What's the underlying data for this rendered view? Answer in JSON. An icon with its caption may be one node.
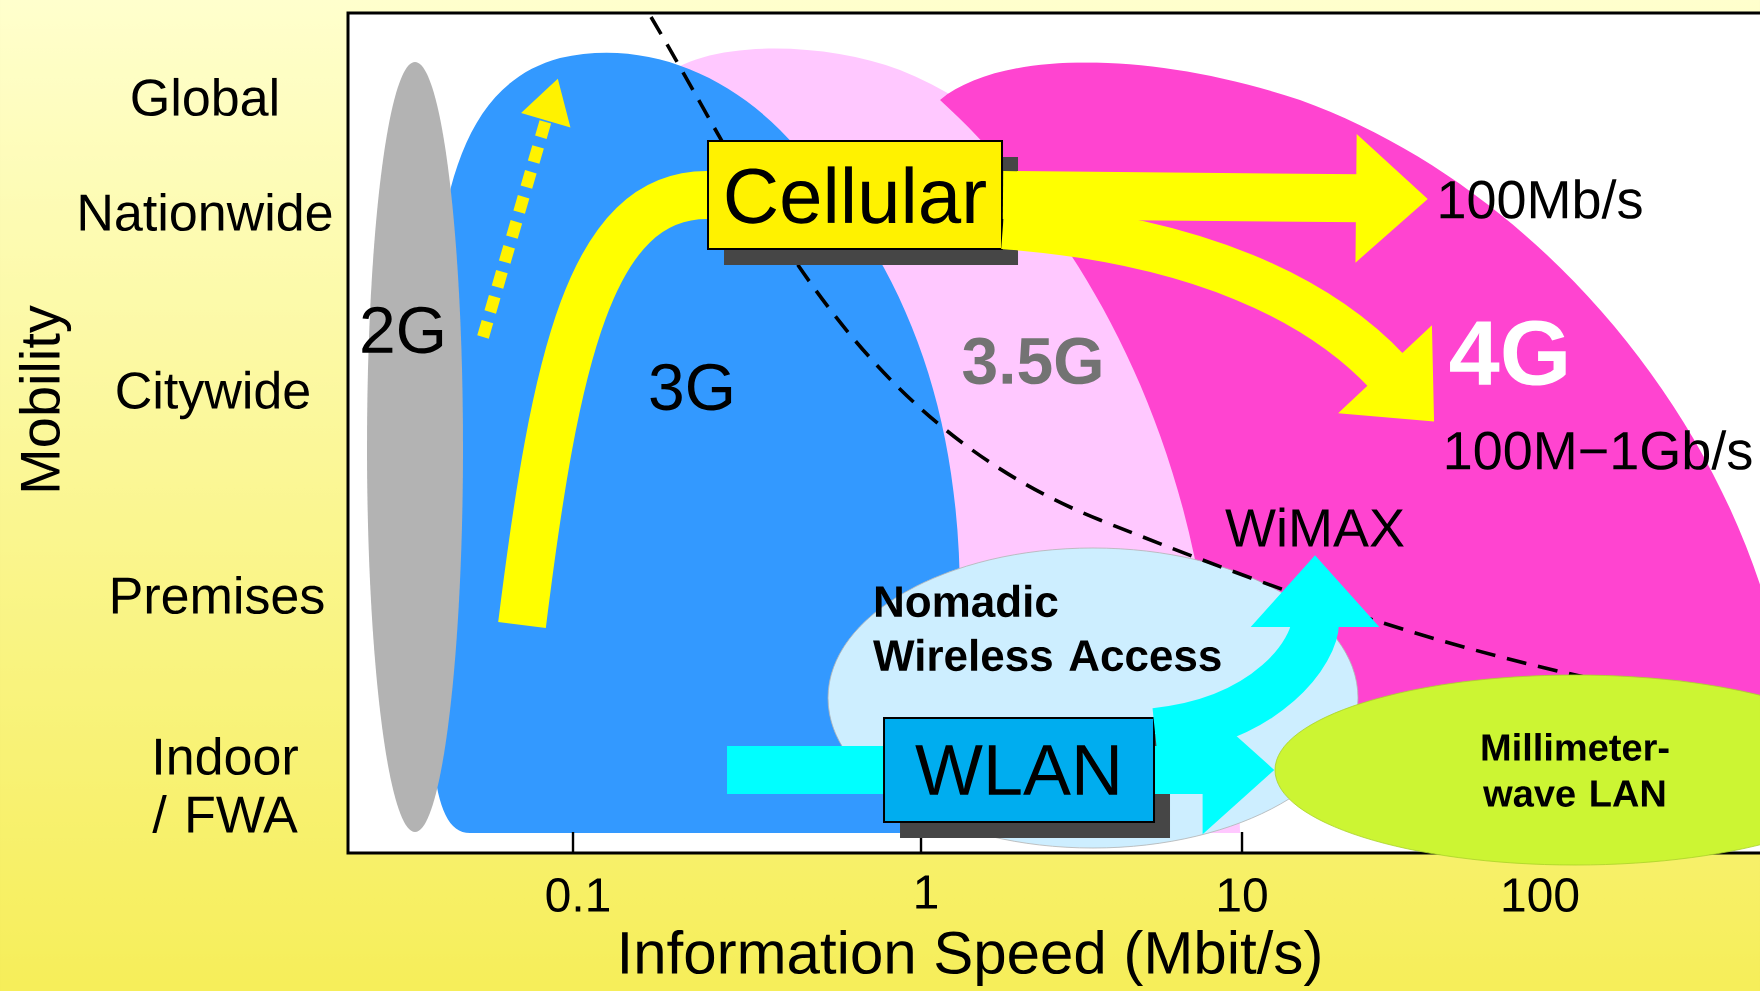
{
  "diagram": {
    "nodes": [
      {
        "text": [
          "2G"
        ]
      },
      {
        "text": [
          "3G"
        ]
      },
      {
        "text": [
          "3.5G"
        ]
      },
      {
        "text": [
          "4G"
        ]
      },
      {
        "text": [
          "Nomadic Wireless Access"
        ]
      },
      {
        "text": [
          "Millimeter-wave LAN"
        ]
      },
      {
        "text": [
          "Cellular"
        ]
      },
      {
        "text": [
          "WLAN"
        ]
      },
      {
        "text": [
          "100Mb/s"
        ]
      },
      {
        "text": [
          "100M−1Gb/s"
        ]
      },
      {
        "text": [
          "WiMAX"
        ]
      }
    ],
    "edges": [
      {
        "from": null,
        "to": 6,
        "arrow": "none",
        "color": "#ffff00"
      },
      {
        "from": 6,
        "to": 8,
        "arrow": "to",
        "color": "#ffff00"
      },
      {
        "from": 6,
        "to": 9,
        "arrow": "to",
        "color": "#ffff00"
      },
      {
        "from": null,
        "to": 7,
        "arrow": "none",
        "color": "#00ffff"
      },
      {
        "from": 7,
        "to": 10,
        "arrow": "to",
        "color": "#00ffff"
      },
      {
        "from": 7,
        "to": 5,
        "arrow": "to",
        "color": "#00ffff"
      }
    ],
    "labels": [
      "Global",
      "Nationwide",
      "Citywide",
      "Premises",
      "Indoor / FWA",
      "Mobility",
      "0.1",
      "1",
      "10",
      "100",
      "Information Speed (Mbit/s)"
    ]
  }
}
